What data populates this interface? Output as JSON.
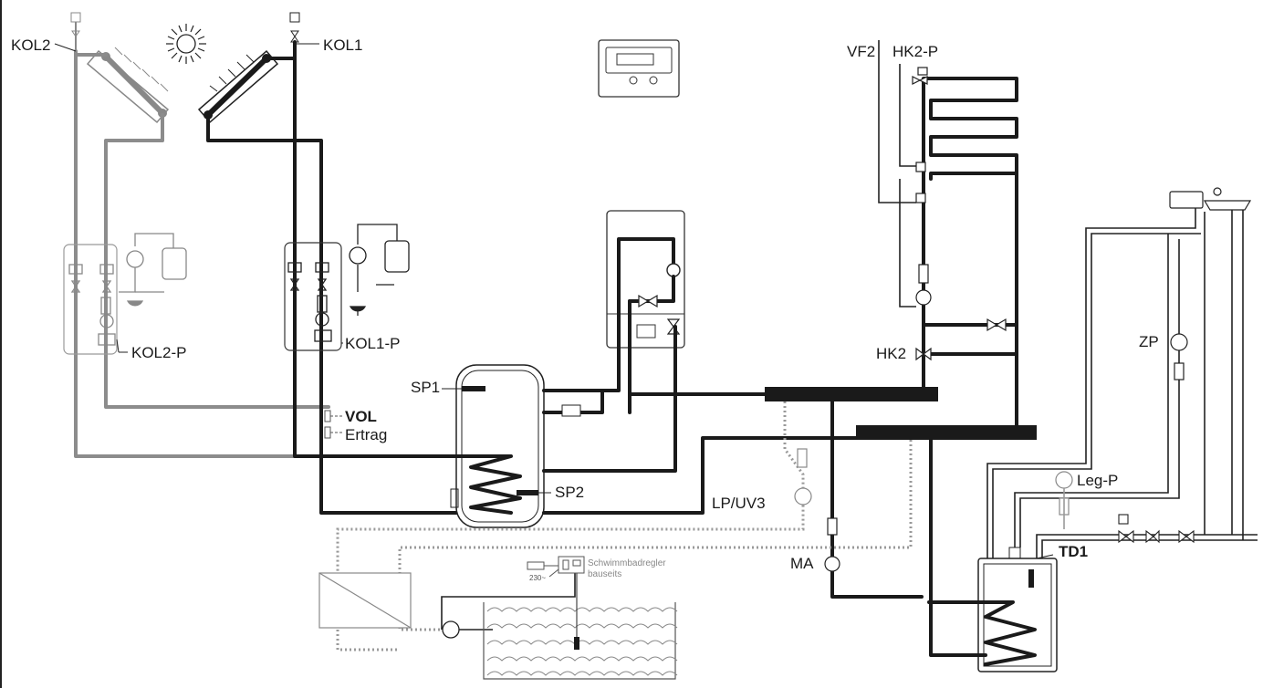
{
  "labels": {
    "kol2": "KOL2",
    "kol1": "KOL1",
    "kol2_p": "KOL2-P",
    "kol1_p": "KOL1-P",
    "vol": "VOL",
    "ertrag": "Ertrag",
    "sp1": "SP1",
    "sp2": "SP2",
    "lp_uv3": "LP/UV3",
    "ma": "MA",
    "vf2": "VF2",
    "hk2_p": "HK2-P",
    "hk2": "HK2",
    "zp": "ZP",
    "leg_p": "Leg-P",
    "td1": "TD1",
    "pool_controller_line1": "Schwimmbadregler",
    "pool_controller_line2": "bauseits",
    "mains_voltage": "230~"
  },
  "colors": {
    "primary_pipe": "#1a1a1a",
    "secondary_pipe": "#8c8c8c",
    "background": "#ffffff"
  }
}
